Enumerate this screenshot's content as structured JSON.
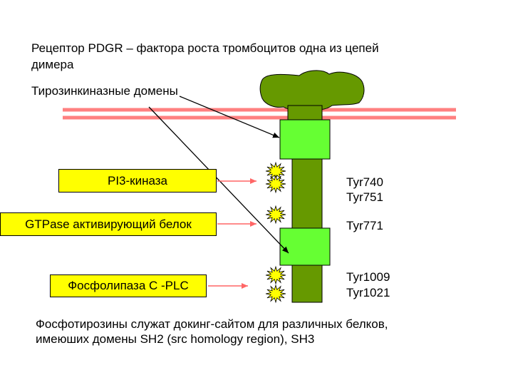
{
  "title": {
    "line1": "Рецептор PDGR – фактора роста тромбоцитов одна из цепей",
    "line2": "димера"
  },
  "kinase_label": "Тирозинкиназные домены",
  "boxes": {
    "pi3k": "PI3-киназа",
    "gtpase": "GTPase активирующий белок",
    "plc": "Фосфолипаза С -PLC"
  },
  "tyrosines": {
    "t740": "Tyr740",
    "t751": "Tyr751",
    "t771": "Tyr771",
    "t1009": "Tyr1009",
    "t1021": "Tyr1021"
  },
  "footer": {
    "line1": "Фосфотирозины служат докинг-сайтом для различных белков,",
    "line2": "имеюших домены SH2 (src homology region), SH3"
  },
  "colors": {
    "receptor": "#669900",
    "kinase_domain": "#66ff33",
    "membrane": "#ff8080",
    "box_fill": "#ffff00",
    "phospho_star": "#ffff00",
    "binding_arrow": "#ff6666"
  }
}
